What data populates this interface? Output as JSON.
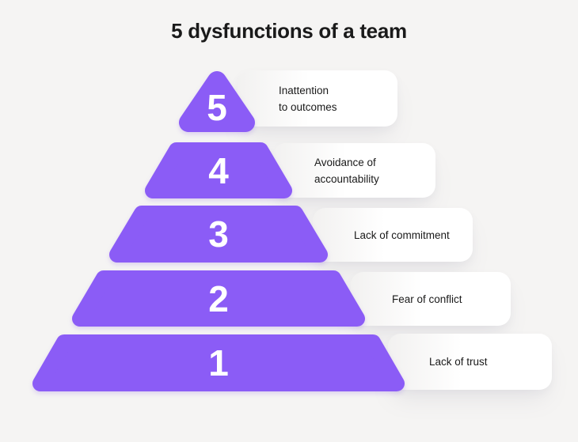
{
  "title": "5 dysfunctions of a team",
  "colors": {
    "background": "#F5F4F3",
    "pyramid": "#8B5CF6",
    "number": "#FFFFFF",
    "label_bg": "#FFFFFF",
    "label_fade": "#F2F1F0",
    "text": "#1A1A1A"
  },
  "pyramid": {
    "levels": [
      {
        "number": "5",
        "label_line1": "Inattention",
        "label_line2": "to outcomes"
      },
      {
        "number": "4",
        "label_line1": "Avoidance of",
        "label_line2": "accountability"
      },
      {
        "number": "3",
        "label_line1": "Lack of commitment",
        "label_line2": ""
      },
      {
        "number": "2",
        "label_line1": "Fear of conflict",
        "label_line2": ""
      },
      {
        "number": "1",
        "label_line1": "Lack of trust",
        "label_line2": ""
      }
    ]
  }
}
